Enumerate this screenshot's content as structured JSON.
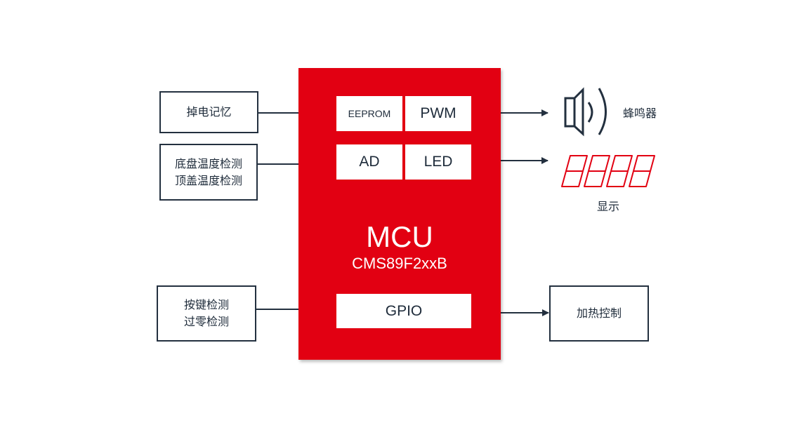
{
  "inputs": {
    "power_memory": "掉电记忆",
    "temp_line1": "底盘温度检测",
    "temp_line2": "顶盖温度检测",
    "key_line1": "按键检测",
    "key_line2": "过零检测"
  },
  "mcu": {
    "eeprom": "EEPROM",
    "pwm": "PWM",
    "ad": "AD",
    "led": "LED",
    "title": "MCU",
    "model": "CMS89F2xxB",
    "gpio": "GPIO"
  },
  "outputs": {
    "buzzer": "蜂鸣器",
    "display": "显示",
    "heating": "加热控制"
  },
  "colors": {
    "mcu_red": "#e20012",
    "line": "#23303f",
    "segment_red": "#e20012"
  },
  "icons": {
    "speaker": "speaker-icon",
    "display": "seven-segment-display-icon"
  }
}
